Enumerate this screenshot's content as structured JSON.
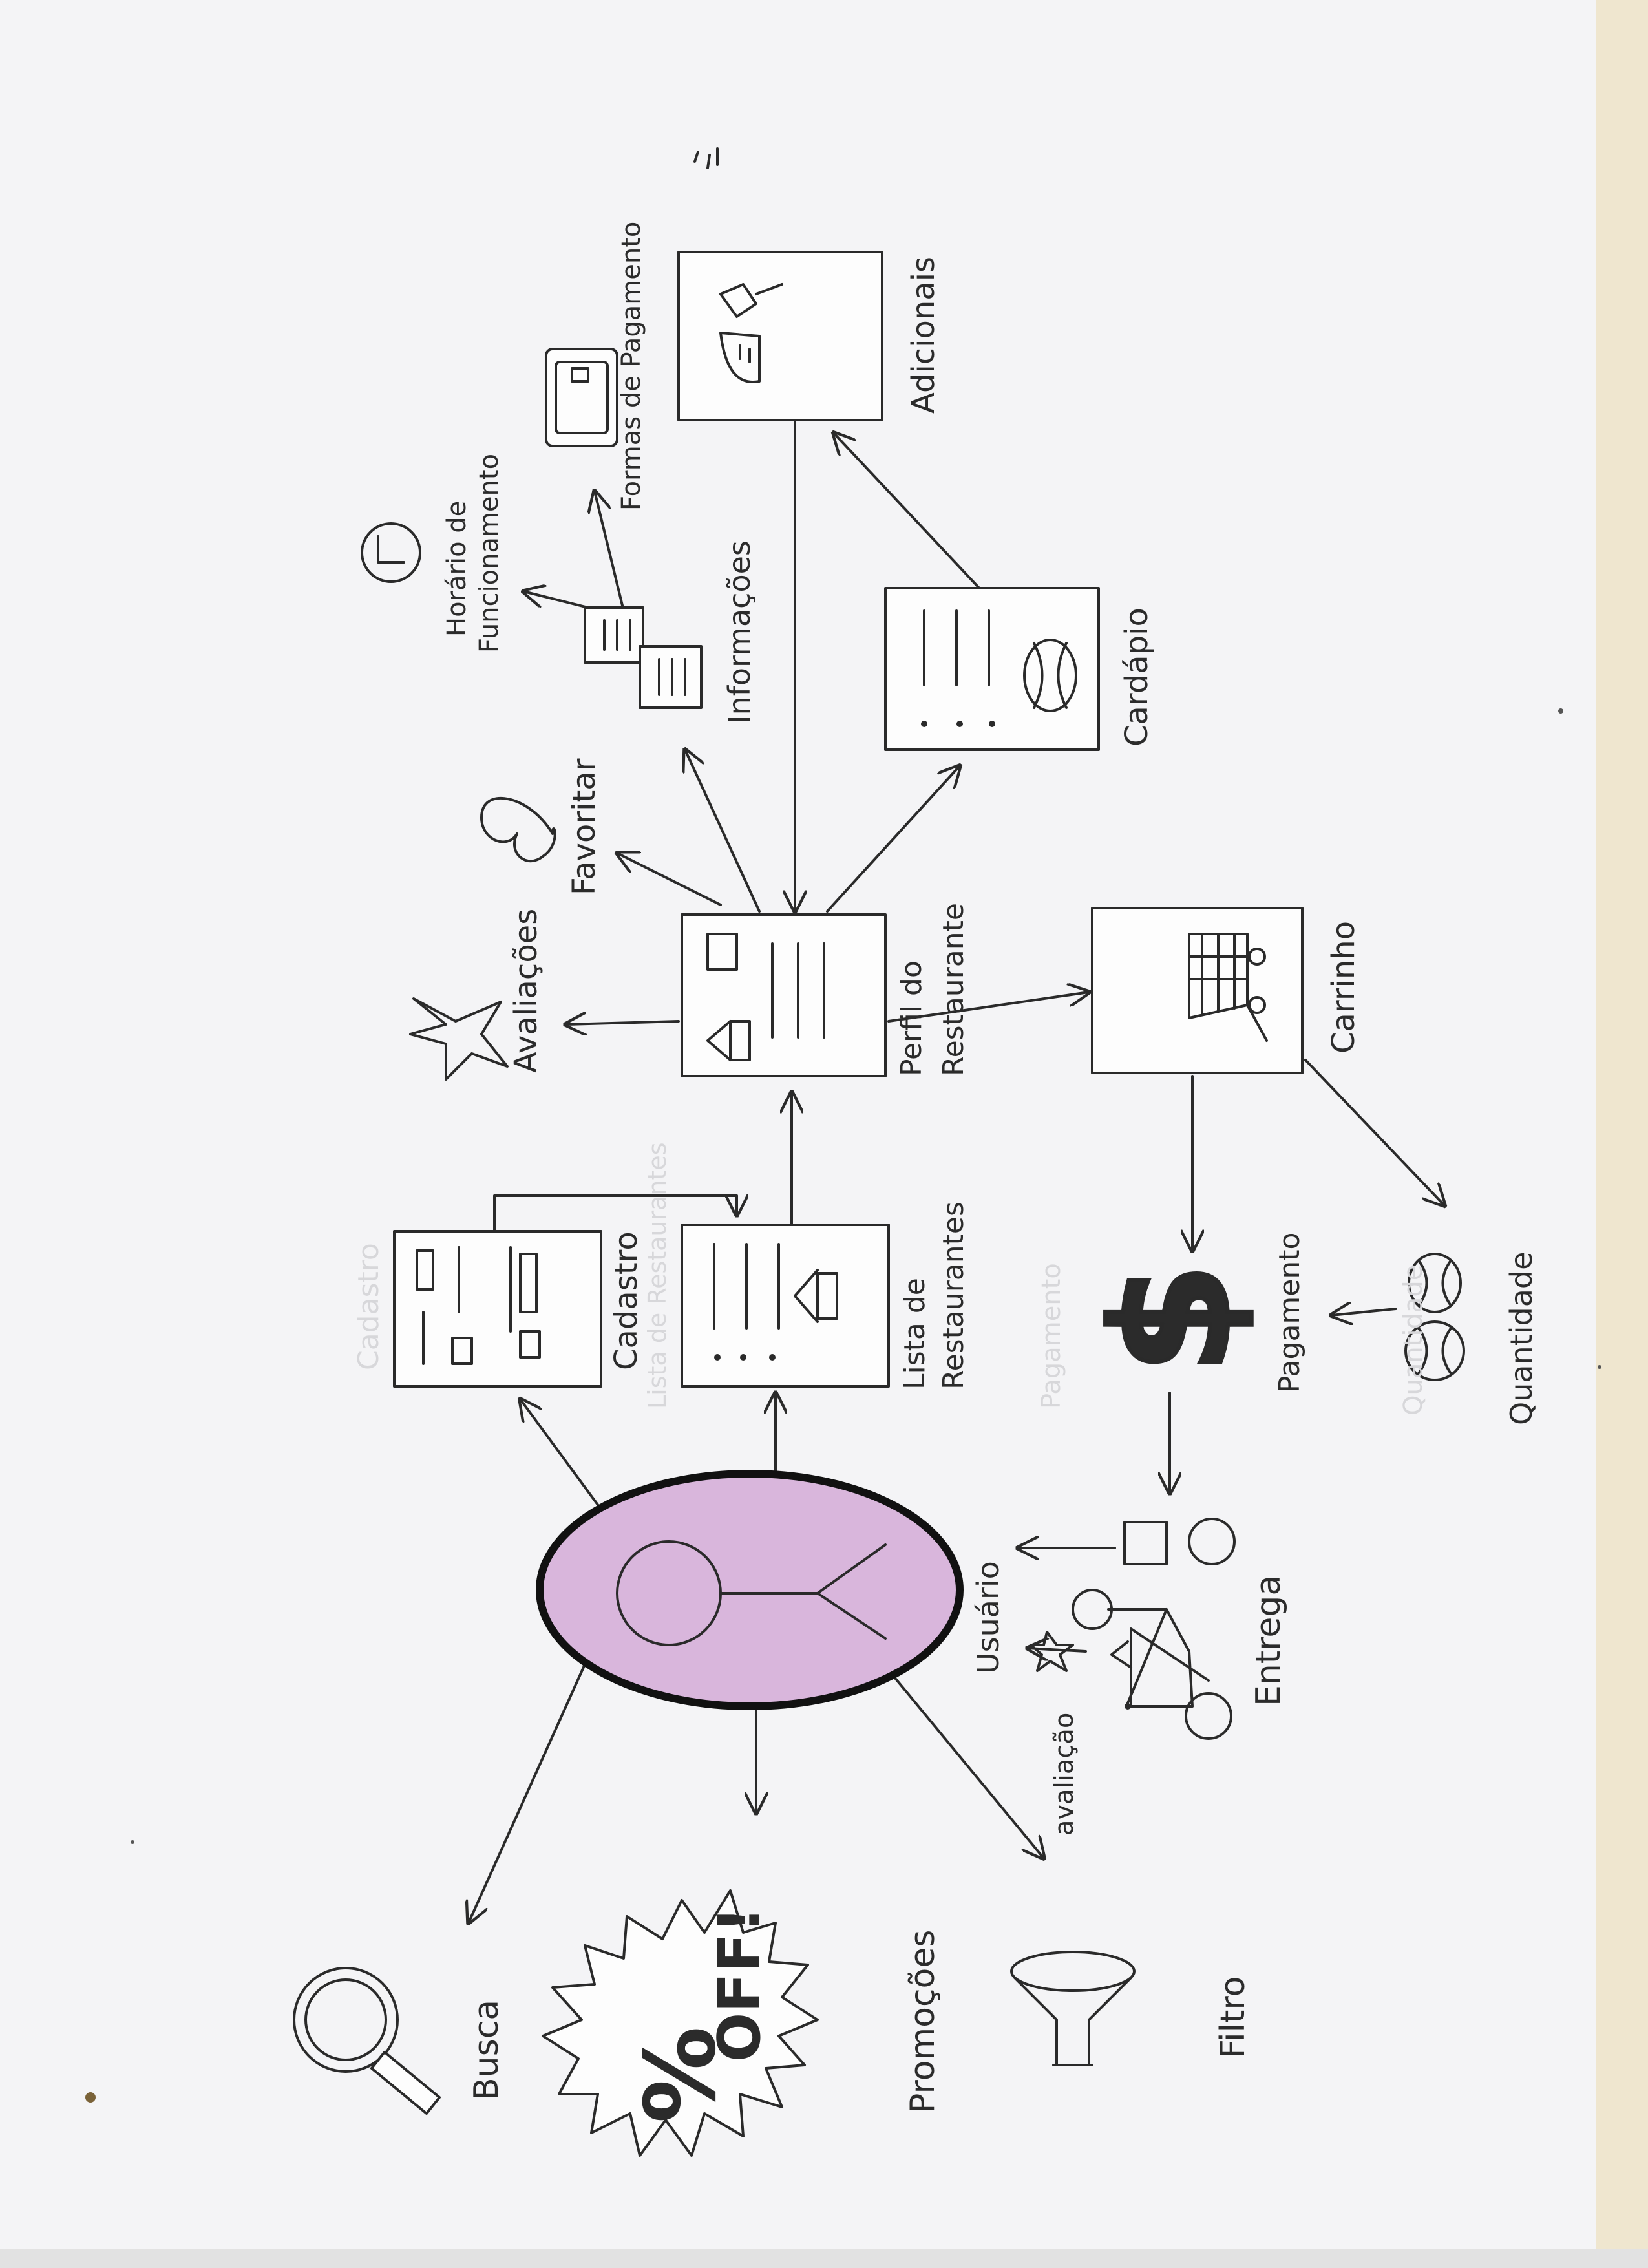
{
  "colors": {
    "paper": "#f4f4f6",
    "ink": "#2a2a2a",
    "user_fill": "#d9b6dc",
    "page_edge": "#efe6cf"
  },
  "nodes": {
    "usuario_hub": {
      "icon": "stick-figure-icon"
    },
    "busca": {
      "label": "Busca",
      "icon": "magnifier-icon"
    },
    "promocoes": {
      "label": "Promoções",
      "icon": "burst-badge-icon",
      "badge_text": "OFF!"
    },
    "filtro": {
      "label": "Filtro",
      "icon": "funnel-icon"
    },
    "cadastro": {
      "label": "Cadastro",
      "erased": "Cadastro",
      "erased_2": "Lista de Restaurantes"
    },
    "lista_restaurantes": {
      "label_1": "Lista de",
      "label_2": "Restaurantes"
    },
    "perfil_restaurante": {
      "label_1": "Perfil do",
      "label_2": "Restaurante"
    },
    "avaliacoes": {
      "label": "Avaliações",
      "icon": "star-icon"
    },
    "favoritar": {
      "label": "Favoritar",
      "icon": "heart-icon"
    },
    "informacoes": {
      "label": "Informações",
      "icon": "documents-icon"
    },
    "horario": {
      "label_1": "Horário de",
      "label_2": "Funcionamento",
      "icon": "clock-icon"
    },
    "formas_pagamento": {
      "label": "Formas de Pagamento",
      "icon": "credit-card-icon"
    },
    "adicionais": {
      "label": "Adicionais",
      "icon": "food-icon"
    },
    "cardapio": {
      "label": "Cardápio",
      "icon": "burger-icon"
    },
    "carrinho": {
      "label": "Carrinho",
      "icon": "cart-icon"
    },
    "pagamento": {
      "label": "Pagamento",
      "icon": "dollar-icon",
      "erased": "Pagamento"
    },
    "quantidade": {
      "label": "Quantidade",
      "icon": "burgers-icon",
      "erased": "Quantidade"
    },
    "entrega": {
      "label": "Entrega",
      "icon": "delivery-icon"
    },
    "usuario": {
      "label": "Usuário"
    },
    "avaliacao": {
      "label": "avaliação"
    }
  }
}
